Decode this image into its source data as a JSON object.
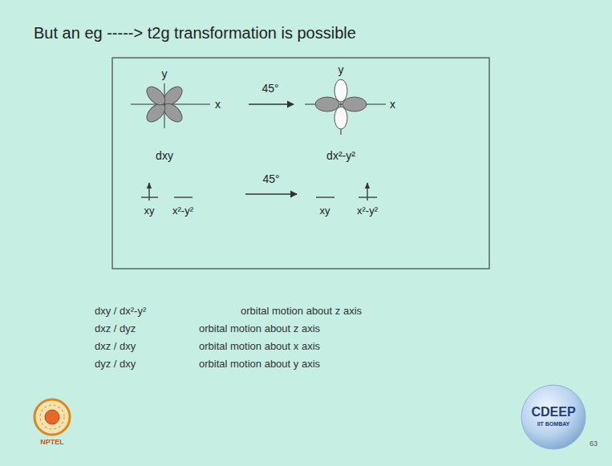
{
  "diagram": {
    "title": "But an eg -----> t2g transformation is possible",
    "labels": [
      "y",
      "x",
      "45°",
      "y",
      "x",
      "dxy",
      "dx²-y²",
      "xy",
      "x²-y²",
      "45°",
      "xy",
      "x²-y²",
      "dxy / dx²-y²",
      "orbital motion about z axis",
      "dxz / dyz",
      "orbital motion about z axis",
      "dxz / dxy",
      "orbital motion about x axis",
      "dyz / dxy",
      "orbital motion about y axis",
      "NPTEL",
      "CDEEP",
      "IIT BOMBAY",
      "63"
    ]
  }
}
